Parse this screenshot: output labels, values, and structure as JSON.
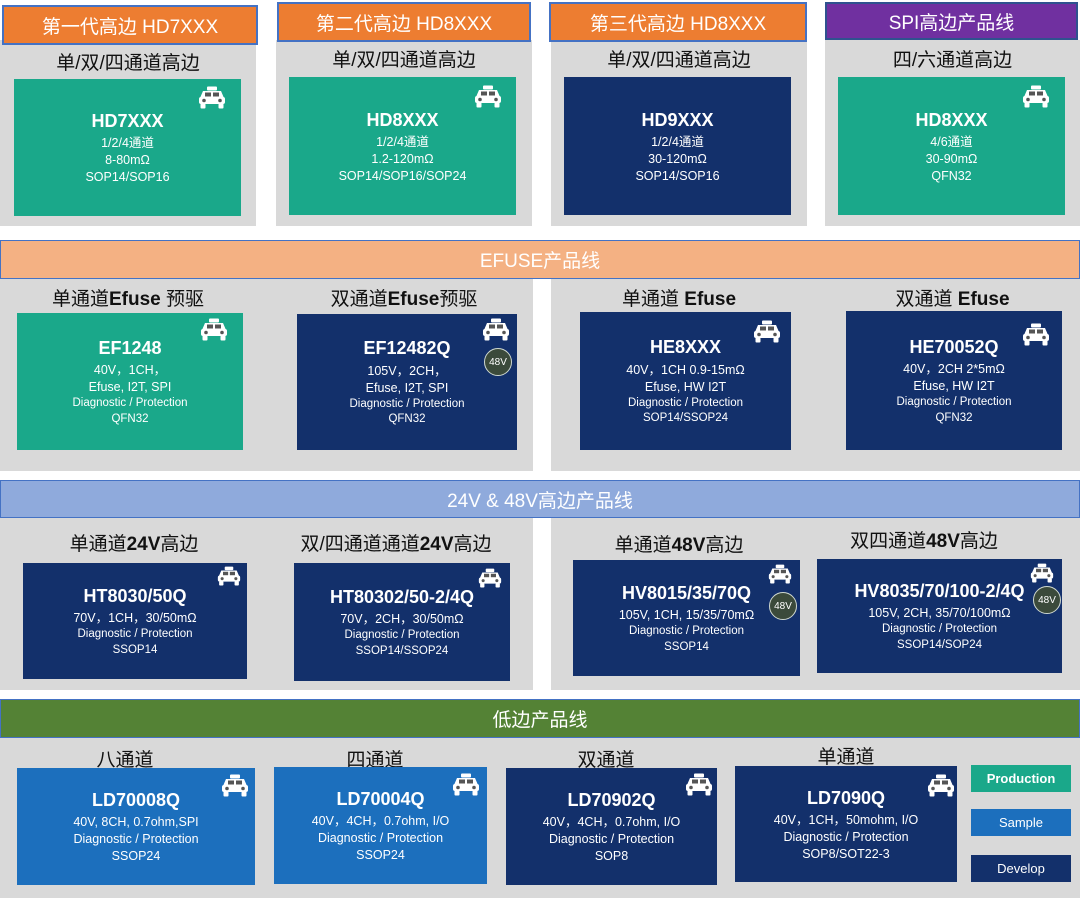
{
  "top": {
    "banners": [
      "第一代高边 HD7XXX",
      "第二代高边 HD8XXX",
      "第三代高边 HD8XXX",
      "SPI高边产品线"
    ],
    "subtitles": [
      "单/双/四通道高边",
      "单/双/四通道高边",
      "单/双/四通道高边",
      "四/六通道高边"
    ],
    "cards": [
      {
        "name": "HD7XXX",
        "lines": [
          "1/2/4通道",
          "8-80mΩ",
          "SOP14/SOP16"
        ]
      },
      {
        "name": "HD8XXX",
        "lines": [
          "1/2/4通道",
          "1.2-120mΩ",
          "SOP14/SOP16/SOP24"
        ]
      },
      {
        "name": "HD9XXX",
        "lines": [
          "1/2/4通道",
          "30-120mΩ",
          "SOP14/SOP16"
        ]
      },
      {
        "name": "HD8XXX",
        "lines": [
          "4/6通道",
          "30-90mΩ",
          "QFN32"
        ]
      }
    ]
  },
  "efuse": {
    "banner": "EFUSE产品线",
    "subtitles": [
      {
        "pre": "单通道",
        "bold": "Efuse",
        "post": " 预驱"
      },
      {
        "pre": "双通道",
        "bold": "Efuse",
        "post": "预驱"
      },
      {
        "pre": "单通道 ",
        "bold": "Efuse",
        "post": ""
      },
      {
        "pre": "双通道 ",
        "bold": "Efuse",
        "post": ""
      }
    ],
    "cards": [
      {
        "name": "EF1248",
        "lines": [
          "40V，1CH，",
          "Efuse, I2T, SPI",
          "Diagnostic / Protection",
          "QFN32"
        ]
      },
      {
        "name": "EF12482Q",
        "lines": [
          "105V，2CH，",
          "Efuse, I2T, SPI",
          "Diagnostic / Protection",
          "QFN32"
        ]
      },
      {
        "name": "HE8XXX",
        "lines": [
          "40V，1CH  0.9-15mΩ",
          "Efuse, HW I2T",
          "Diagnostic / Protection",
          "SOP14/SSOP24"
        ]
      },
      {
        "name": "HE70052Q",
        "lines": [
          "40V，2CH 2*5mΩ",
          "Efuse, HW I2T",
          "Diagnostic / Protection",
          "QFN32"
        ]
      }
    ]
  },
  "hv": {
    "banner": "24V & 48V高边产品线",
    "subtitles": [
      {
        "pre": "单通道",
        "bold": "24V",
        "post": "高边"
      },
      {
        "pre": "双/四通道通道",
        "bold": "24V",
        "post": "高边"
      },
      {
        "pre": "单通道",
        "bold": "48V",
        "post": "高边"
      },
      {
        "pre": "双四通道",
        "bold": "48V",
        "post": "高边"
      }
    ],
    "cards": [
      {
        "name": "HT8030/50Q",
        "lines": [
          "70V，1CH，30/50mΩ",
          "Diagnostic / Protection",
          "SSOP14"
        ]
      },
      {
        "name": "HT80302/50-2/4Q",
        "lines": [
          "70V，2CH，30/50mΩ",
          "Diagnostic / Protection",
          "SSOP14/SSOP24"
        ]
      },
      {
        "name": "HV8015/35/70Q",
        "lines": [
          "105V, 1CH, 15/35/70mΩ",
          "Diagnostic / Protection",
          "SSOP14"
        ]
      },
      {
        "name": "HV8035/70/100-2/4Q",
        "lines": [
          "105V, 2CH, 35/70/100mΩ",
          "Diagnostic / Protection",
          "SSOP14/SOP24"
        ]
      }
    ]
  },
  "ld": {
    "banner": "低边产品线",
    "subtitles": [
      "八通道",
      "四通道",
      "双通道",
      "单通道"
    ],
    "cards": [
      {
        "name": "LD70008Q",
        "lines": [
          "40V, 8CH, 0.7ohm,SPI",
          "Diagnostic / Protection",
          "SSOP24"
        ]
      },
      {
        "name": "LD70004Q",
        "lines": [
          "40V，4CH，0.7ohm, I/O",
          "Diagnostic / Protection",
          "SSOP24"
        ]
      },
      {
        "name": "LD70902Q",
        "lines": [
          "40V，4CH，0.7ohm, I/O",
          "Diagnostic / Protection",
          "SOP8"
        ]
      },
      {
        "name": "LD7090Q",
        "lines": [
          "40V，1CH，50mohm, I/O",
          "Diagnostic / Protection",
          "SOP8/SOT22-3"
        ]
      }
    ]
  },
  "badge_48v": "48V",
  "legend": {
    "production": "Production",
    "sample": "Sample",
    "develop": "Develop"
  },
  "colors": {
    "production": "#1aa88a",
    "sample": "#1c6fbd",
    "develop": "#13306b",
    "orange": "#ed7d31",
    "purple": "#7030a0"
  },
  "icon": "car-icon"
}
